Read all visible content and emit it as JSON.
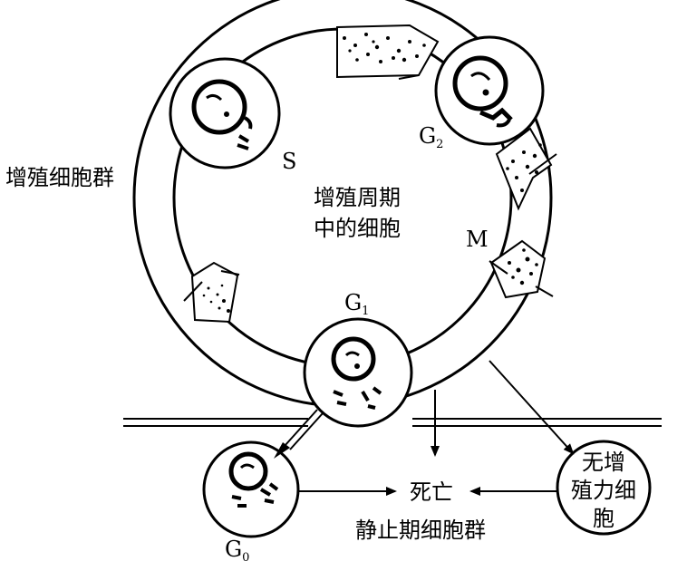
{
  "labels": {
    "proliferating_population": "增殖细胞群",
    "center_line1": "增殖周期",
    "center_line2": "中的细胞",
    "phase_s": "S",
    "phase_g2_main": "G",
    "phase_g2_sub": "2",
    "phase_m": "M",
    "phase_g1_main": "G",
    "phase_g1_sub": "1",
    "phase_g0_main": "G",
    "phase_g0_sub": "0",
    "death": "死亡",
    "non_prolif_line1": "无增",
    "non_prolif_line2": "殖力细",
    "non_prolif_line3": "胞",
    "resting_population": "静止期细胞群"
  }
}
